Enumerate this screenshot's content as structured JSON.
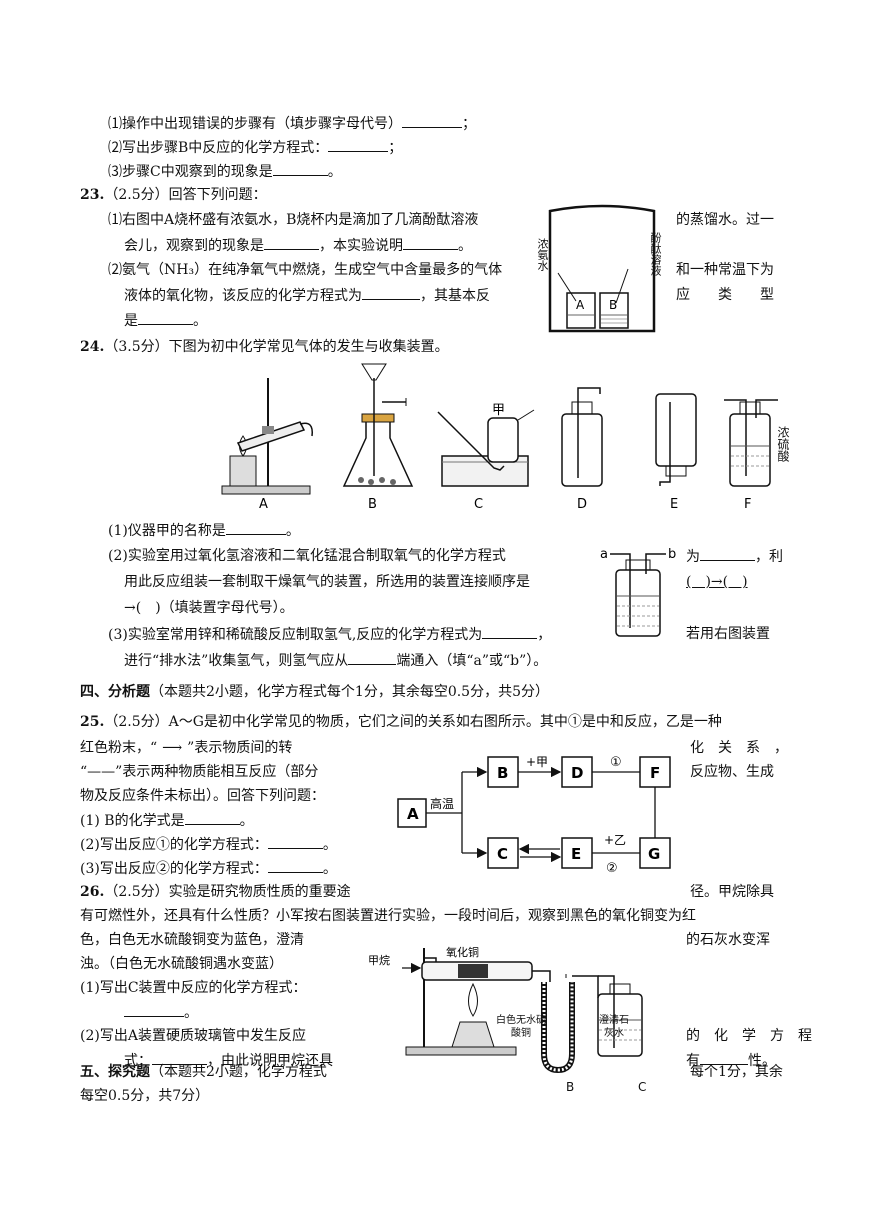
{
  "q22": {
    "s1": "⑴操作中出现错误的步骤有（填步骤字母代号）",
    "s1e": "；",
    "s2": "⑵写出步骤B中反应的化学方程式：",
    "s2e": "；",
    "s3": "⑶步骤C中观察到的现象是",
    "s3e": "。"
  },
  "q23": {
    "num": "23.",
    "head": "（2.5分）回答下列问题：",
    "l1": "⑴右图中A烧杯盛有浓氨水，B烧杯内是滴加了几滴酚酞溶液",
    "l1r": "的蒸馏水。过一",
    "l2a": "会儿，观察到的现象是",
    "l2b": "，本实验说明",
    "l2e": "。",
    "l3": "⑵氨气（NH₃）在纯净氧气中燃烧，生成空气中含量最多的气体",
    "l3r": "和一种常温下为",
    "l4a": "液体的氧化物，该反应的化学方程式为",
    "l4b": "，其基本反",
    "l4r": "应　　类　　型",
    "l5a": "是",
    "l5e": "。",
    "fig": {
      "a_label": "浓氨水",
      "b_label": "酚酞溶液",
      "A": "A",
      "B": "B"
    }
  },
  "q24": {
    "num": "24.",
    "head": "（3.5分）下图为初中化学常见气体的发生与收集装置。",
    "labels": [
      "A",
      "B",
      "C",
      "D",
      "E",
      "F"
    ],
    "jia": "甲",
    "f_label": "浓硫酸",
    "l1a": "(1)仪器甲的名称是",
    "l1e": "。",
    "l2": "(2)实验室用过氧化氢溶液和二氧化锰混合制取氧气的化学方程式",
    "l2r": "为",
    "l2r2": "，利",
    "l3": "用此反应组装一套制取干燥氧气的装置，所选用的装置连接顺序是",
    "l3r": "(　)→(　)",
    "l4": "→(　)（填装置字母代号）。",
    "l5a": "(3)实验室常用锌和稀硫酸反应制取氢气,反应的化学方程式为",
    "l5e": "，",
    "l5r": "若用右图装置",
    "l6a": "进行“排水法”收集氢气，则氢气应从",
    "l6b": "端通入（填“a”或“b”）。",
    "fig2": {
      "a": "a",
      "b": "b"
    }
  },
  "sec4": {
    "title": "四、分析题",
    "desc": "（本题共2小题，化学方程式每个1分，其余每空0.5分，共5分）"
  },
  "q25": {
    "num": "25.",
    "l1": "（2.5分）A～G是初中化学常见的物质，它们之间的关系如右图所示。其中①是中和反应，乙是一种",
    "l2a": "红色粉末，“",
    "l2b": "”表示物质间的转",
    "l2r": "化　关　系　，",
    "l3": "“——”表示两种物质能相互反应（部分",
    "l3r": "反应物、生成",
    "l4": "物及反应条件未标出）。回答下列问题：",
    "l5a": "(1) B的化学式是",
    "l5e": "。",
    "l6a": "(2)写出反应①的化学方程式：",
    "l6e": "。",
    "l7a": "(3)写出反应②的化学方程式：",
    "l7e": "。",
    "diagram": {
      "nodes": [
        "A",
        "B",
        "C",
        "D",
        "E",
        "F",
        "G"
      ],
      "high_temp": "高温",
      "plus_jia": "+甲",
      "plus_yi": "+乙",
      "r1": "①",
      "r2": "②"
    }
  },
  "q26": {
    "num": "26.",
    "l1": "（2.5分）实验是研究物质性质的重要途",
    "l1r": "径。甲烷除具",
    "l2": "有可燃性外，还具有什么性质？小军按右图装置进行实验，一段时间后，观察到黑色的氧化铜变为红",
    "l3": "色，白色无水硫酸铜变为蓝色，澄清",
    "l3r": "的石灰水变浑",
    "l4": "浊。（白色无水硫酸铜遇水变蓝）",
    "l5": "(1)写出C装置中反应的化学方程式：",
    "l6e": "。",
    "l7": "(2)写出A装置硬质玻璃管中发生反应",
    "l7r": "的　化　学　方　程",
    "l8a": "式：",
    "l8b": "，由此说明甲烷还具",
    "l8r": "有",
    "l8re": "性。",
    "fig": {
      "methane": "甲烷",
      "cuo": "氧化铜",
      "cuso4": "白色无水硫酸铜",
      "limewater": "澄清石灰水",
      "A": "A",
      "B": "B",
      "C": "C"
    }
  },
  "sec5": {
    "title": "五、探究题",
    "desc": "（本题共2小题，化学方程式",
    "descr": "每个1分，其余",
    "desc2": "每空0.5分，共7分）"
  }
}
